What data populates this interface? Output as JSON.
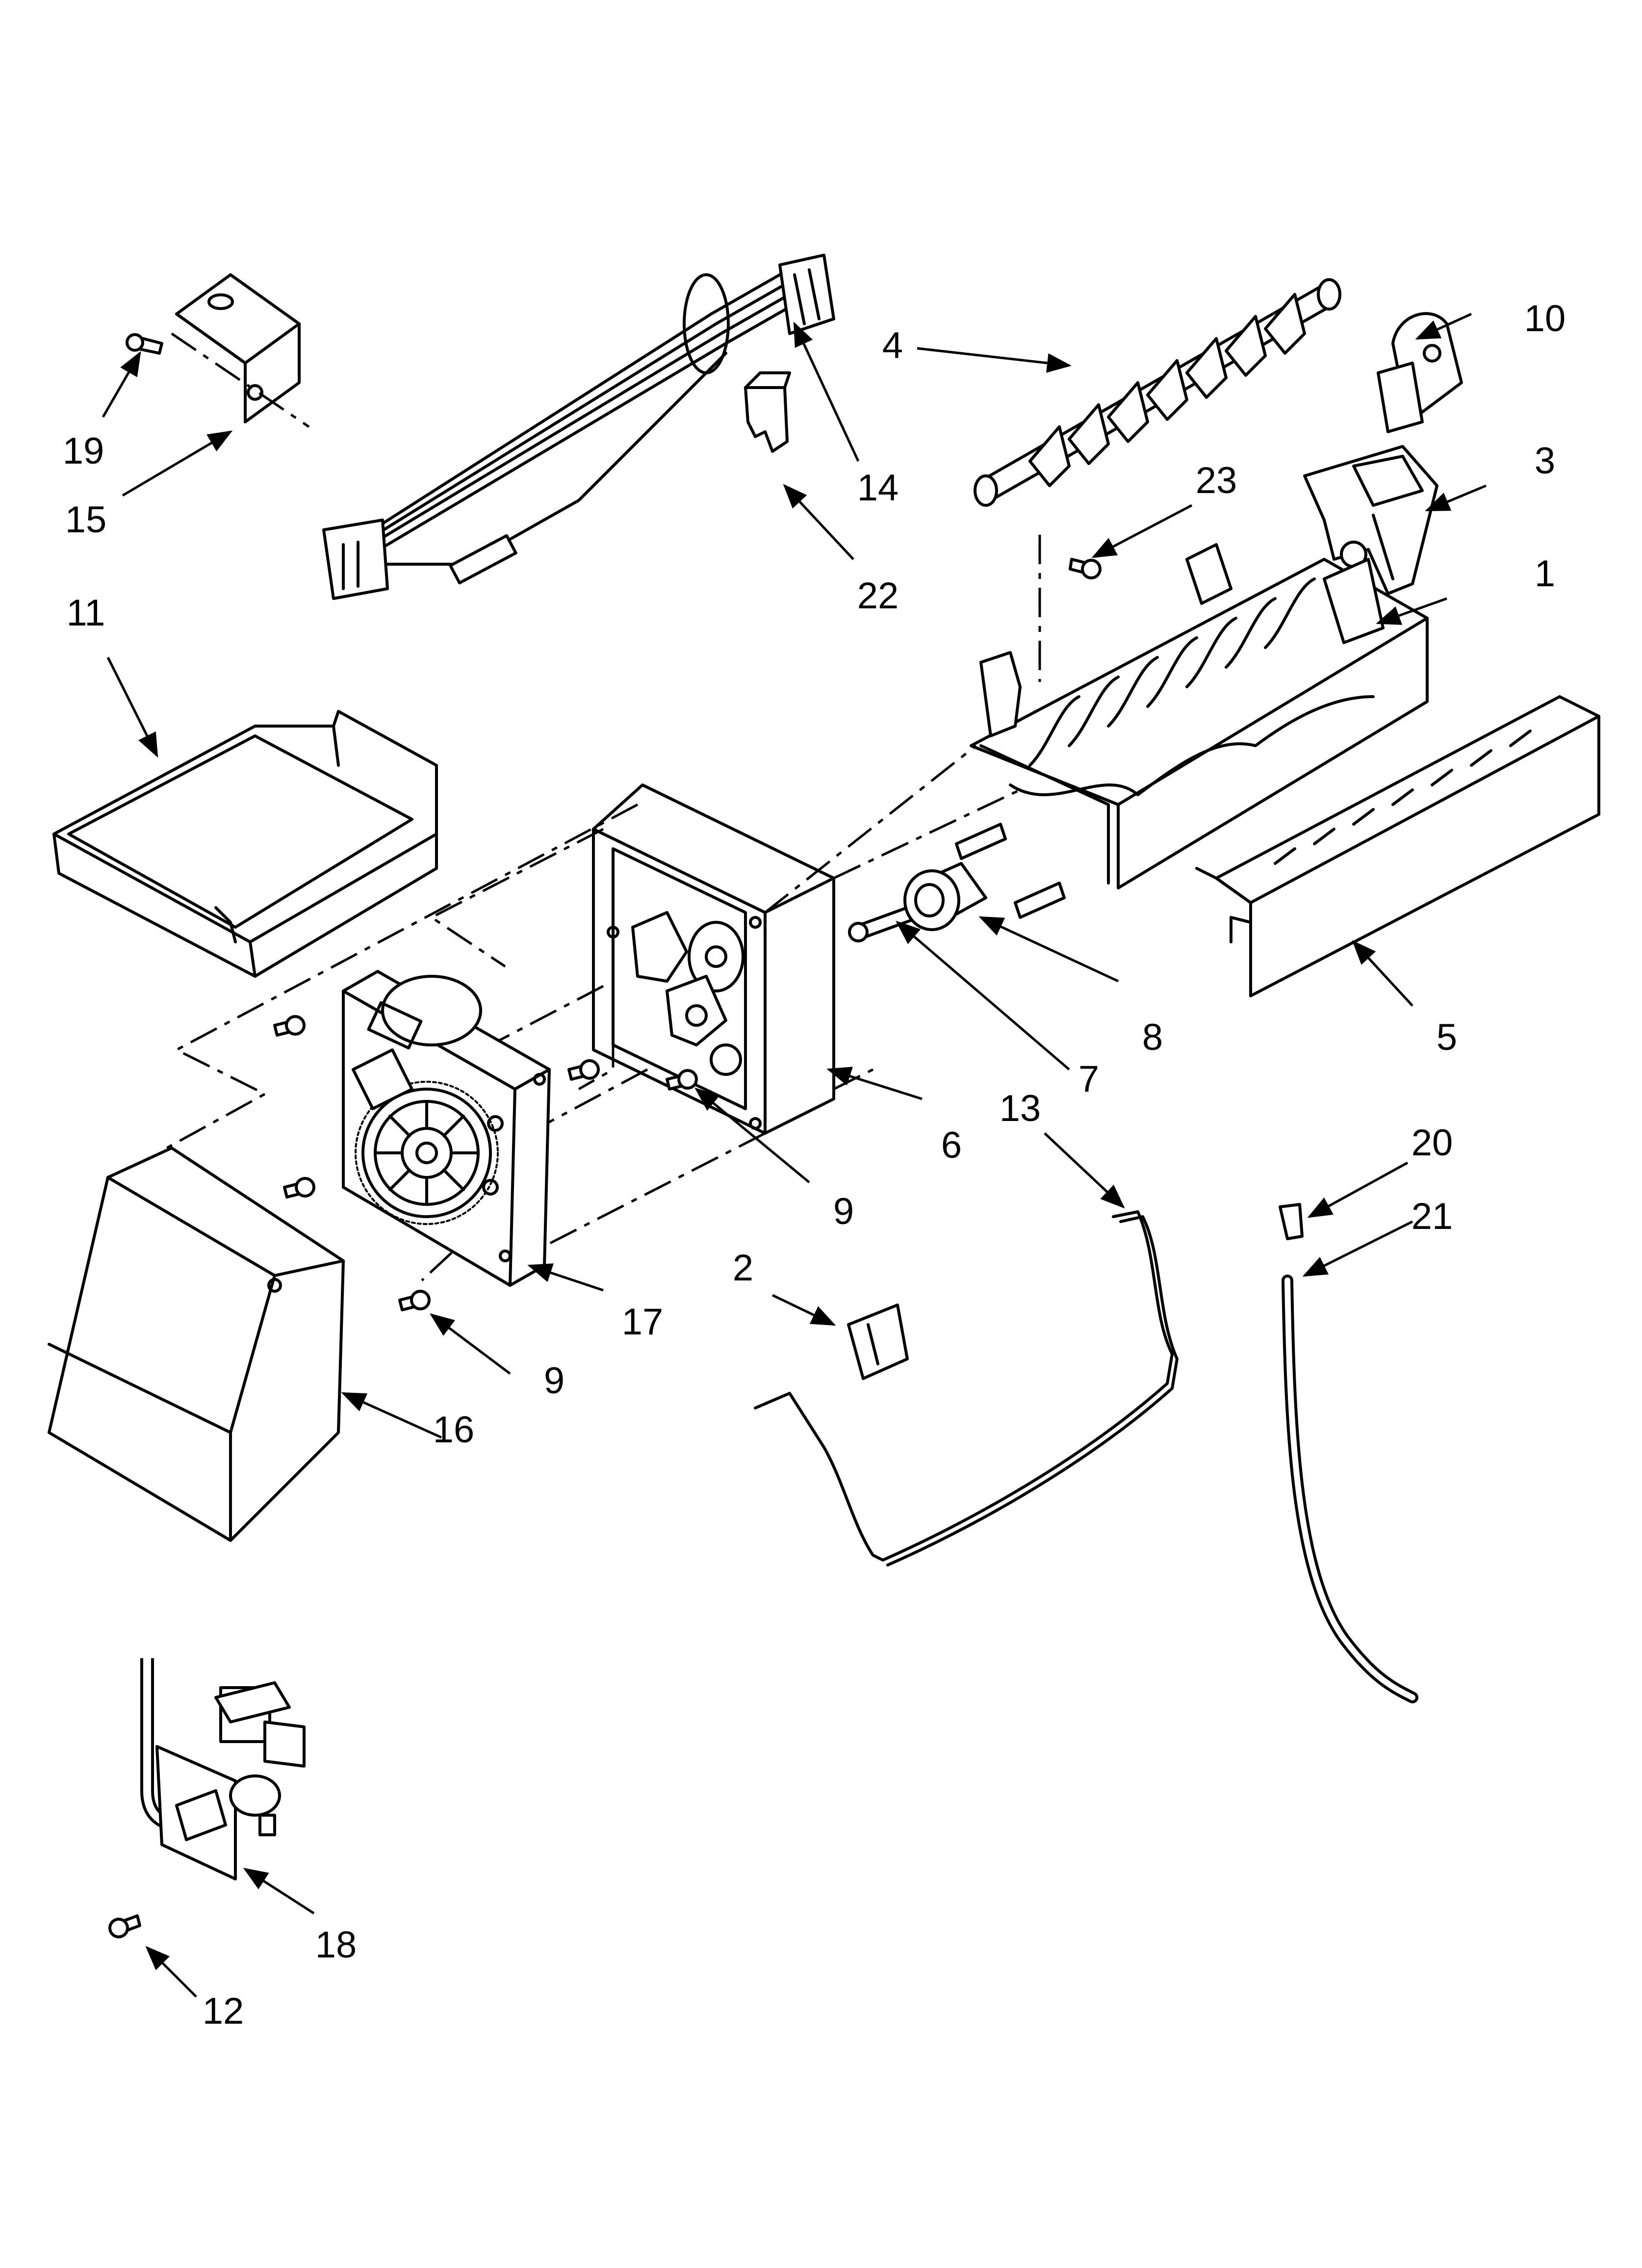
{
  "diagram": {
    "callouts": [
      "1",
      "2",
      "3",
      "4",
      "5",
      "6",
      "7",
      "8",
      "9",
      "9",
      "10",
      "11",
      "12",
      "13",
      "14",
      "15",
      "16",
      "17",
      "18",
      "19",
      "20",
      "21",
      "22",
      "23"
    ]
  }
}
